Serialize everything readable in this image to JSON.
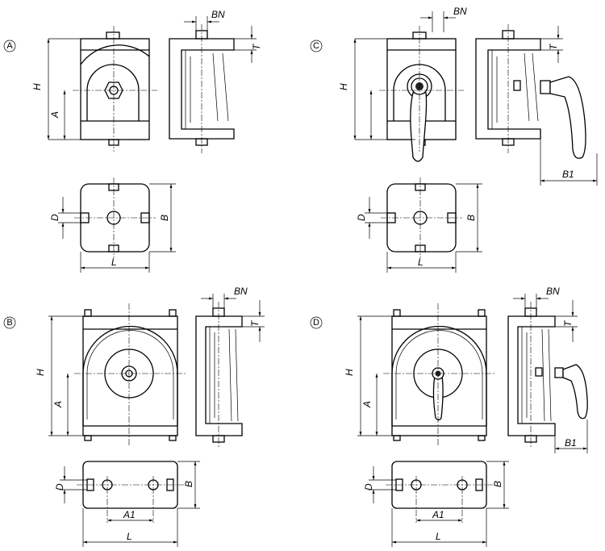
{
  "variants": {
    "a": "A",
    "b": "B",
    "c": "C",
    "d": "D"
  },
  "dimensions": {
    "BN": "BN",
    "T": "T",
    "H": "H",
    "A": "A",
    "D": "D",
    "B": "B",
    "L": "L",
    "B1": "B1",
    "A1": "A1"
  }
}
